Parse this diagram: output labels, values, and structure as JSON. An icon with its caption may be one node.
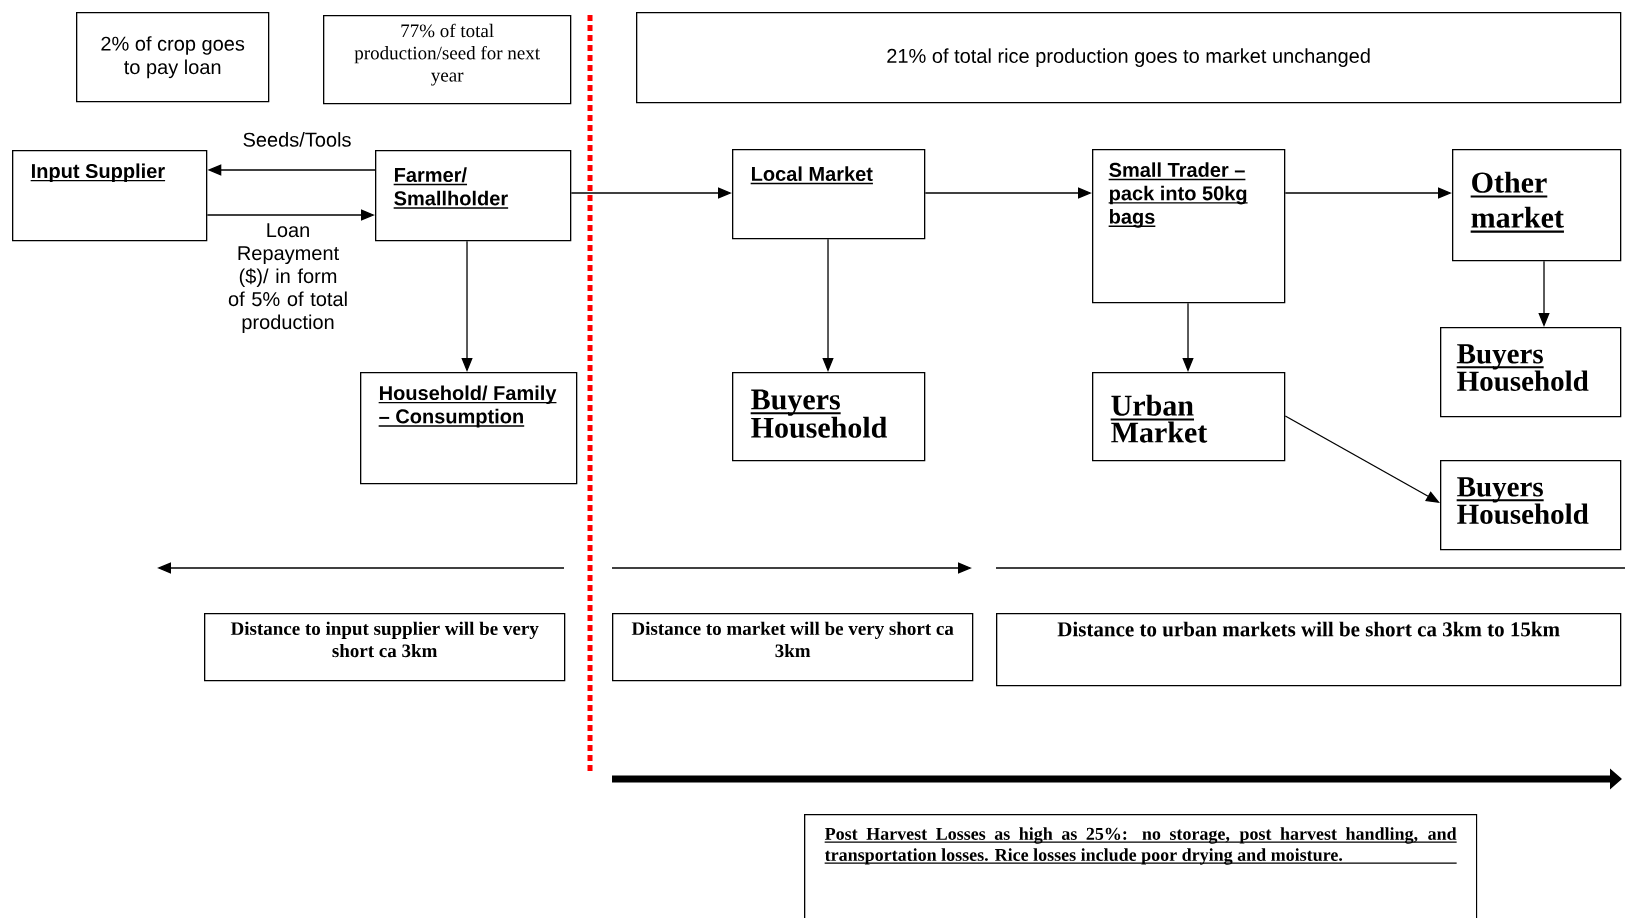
{
  "diagram": {
    "nodes": [
      {
        "text": [
          "2% of crop goes to pay loan"
        ]
      },
      {
        "text": [
          "77% of total production/seed for next year"
        ]
      },
      {
        "text": [
          "21% of total rice production goes to market unchanged"
        ]
      },
      {
        "text": [
          "Input Supplier"
        ]
      },
      {
        "text": [
          "Farmer/ Smallholder"
        ]
      },
      {
        "text": [
          "Local Market"
        ]
      },
      {
        "text": [
          "Small Trader – pack into 50kg bags"
        ]
      },
      {
        "text": [
          "Other market"
        ]
      },
      {
        "text": [
          "Household/ Family – Consumption"
        ]
      },
      {
        "text": [
          "Buyers",
          "Household"
        ]
      },
      {
        "text": [
          "Urban",
          "Market"
        ]
      },
      {
        "text": [
          "Buyers",
          "Household"
        ]
      },
      {
        "text": [
          "Buyers",
          "Household"
        ]
      },
      {
        "text": [
          "Distance to input supplier will be very short ca 3km"
        ]
      },
      {
        "text": [
          "Distance to market will be very short ca 3km"
        ]
      },
      {
        "text": [
          "Distance to urban markets will be short ca 3km to 15km"
        ]
      },
      {
        "text": [
          "Post Harvest Losses as high as 25%: no storage, post harvest handling, and transportation losses. Rice losses include poor drying and moisture."
        ]
      }
    ],
    "edges": [
      {
        "from": 4,
        "to": 3,
        "arrow": "to",
        "label": "Seeds/Tools"
      },
      {
        "from": 3,
        "to": 4,
        "arrow": "to",
        "label": "Loan Repayment ($)/ in form of 5% of total production"
      },
      {
        "from": 4,
        "to": 8,
        "arrow": "to"
      },
      {
        "from": 4,
        "to": 5,
        "arrow": "to"
      },
      {
        "from": 5,
        "to": 9,
        "arrow": "to"
      },
      {
        "from": 5,
        "to": 6,
        "arrow": "to"
      },
      {
        "from": 6,
        "to": 10,
        "arrow": "to"
      },
      {
        "from": 6,
        "to": 7,
        "arrow": "to"
      },
      {
        "from": 7,
        "to": 11,
        "arrow": "to"
      },
      {
        "from": 10,
        "to": 12,
        "arrow": "to"
      }
    ]
  }
}
